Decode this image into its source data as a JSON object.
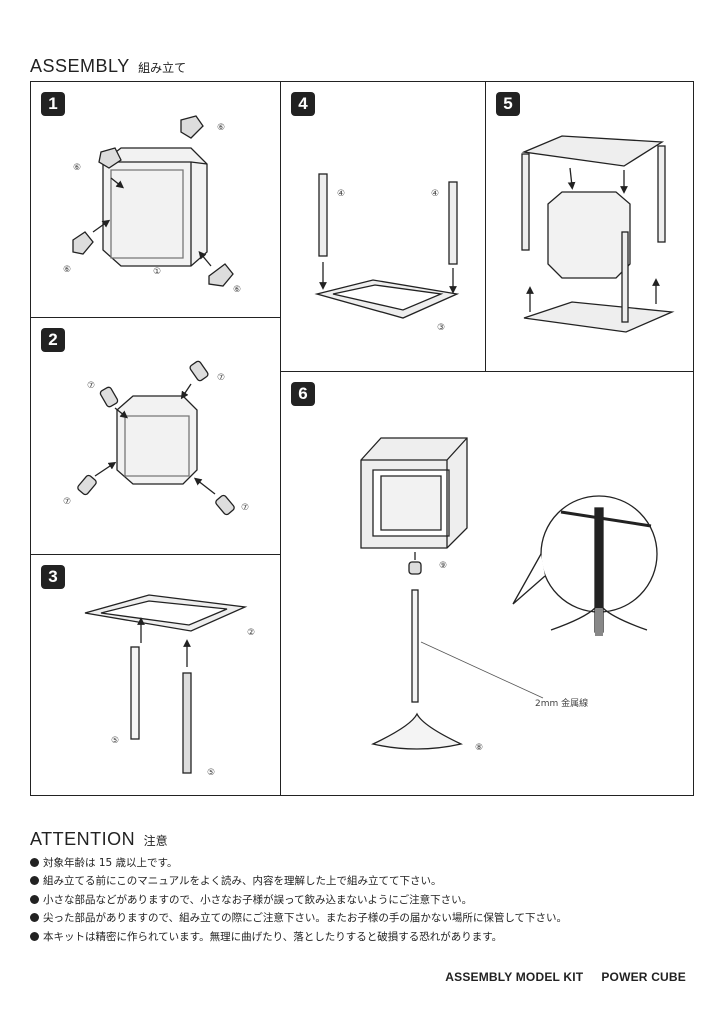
{
  "assembly": {
    "title_en": "ASSEMBLY",
    "title_ja": "組み立て"
  },
  "steps": [
    {
      "number": "1",
      "part_labels": [
        "⑥",
        "⑥",
        "⑥",
        "⑥",
        "①"
      ]
    },
    {
      "number": "2",
      "part_labels": [
        "⑦",
        "⑦",
        "⑦",
        "⑦"
      ]
    },
    {
      "number": "3",
      "part_labels": [
        "②",
        "⑤",
        "⑤"
      ]
    },
    {
      "number": "4",
      "part_labels": [
        "④",
        "④",
        "③"
      ]
    },
    {
      "number": "5",
      "part_labels": []
    },
    {
      "number": "6",
      "part_labels": [
        "⑨",
        "⑧"
      ],
      "wire_label": "2mm 金属線"
    }
  ],
  "attention": {
    "title_en": "ATTENTION",
    "title_ja": "注意",
    "notes": [
      "対象年齢は 15 歳以上です。",
      "組み立てる前にこのマニュアルをよく読み、内容を理解した上で組み立てて下さい。",
      "小さな部品などがありますので、小さなお子様が誤って飲み込まないようにご注意下さい。",
      "尖った部品がありますので、組み立ての際にご注意下さい。またお子様の手の届かない場所に保管して下さい。",
      "本キットは精密に作られています。無理に曲げたり、落としたりすると破損する恐れがあります。"
    ]
  },
  "footer": {
    "kit": "ASSEMBLY MODEL KIT",
    "product": "POWER CUBE"
  }
}
